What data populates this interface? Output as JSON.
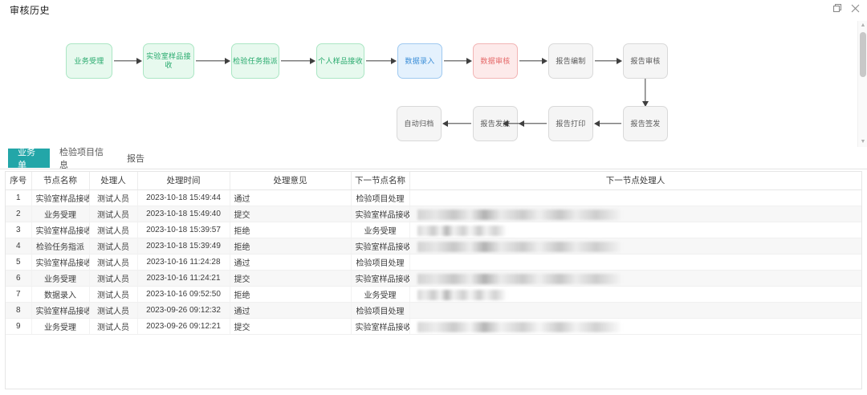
{
  "window": {
    "title": "审核历史",
    "buttons": [
      {
        "name": "restore-icon",
        "label": "还原"
      },
      {
        "name": "close-icon",
        "label": "关闭"
      }
    ]
  },
  "flow": {
    "nodes_row1": [
      {
        "label": "业务受理",
        "state": "green"
      },
      {
        "label": "实验室样品接收",
        "state": "green"
      },
      {
        "label": "检验任务指派",
        "state": "green"
      },
      {
        "label": "个人样品接收",
        "state": "green"
      },
      {
        "label": "数据录入",
        "state": "blue"
      },
      {
        "label": "数据审核",
        "state": "red"
      },
      {
        "label": "报告编制",
        "state": "gray"
      },
      {
        "label": "报告审核",
        "state": "gray"
      }
    ],
    "nodes_row2": [
      {
        "label": "自动归档",
        "state": "gray"
      },
      {
        "label": "报告发放",
        "state": "gray"
      },
      {
        "label": "报告打印",
        "state": "gray"
      },
      {
        "label": "报告签发",
        "state": "gray"
      }
    ],
    "colors": {
      "green_bg": "#e7f9ee",
      "green_border": "#abe6c4",
      "green_text": "#26a96c",
      "blue_bg": "#e4f1fd",
      "blue_border": "#9fc9f0",
      "blue_text": "#3d8fd8",
      "red_bg": "#fdeaea",
      "red_border": "#f2b4b4",
      "red_text": "#e56a6a",
      "gray_bg": "#f5f5f5",
      "gray_border": "#d9d9d9",
      "gray_text": "#595959",
      "arrow": "#3f3f3f"
    }
  },
  "tabs": {
    "active_index": 0,
    "accent": "#23a6a8",
    "items": [
      {
        "label": "业务单"
      },
      {
        "label": "检验项目信息"
      },
      {
        "label": "报告"
      }
    ]
  },
  "table": {
    "columns": [
      {
        "key": "idx",
        "label": "序号"
      },
      {
        "key": "node",
        "label": "节点名称"
      },
      {
        "key": "user",
        "label": "处理人"
      },
      {
        "key": "time",
        "label": "处理时间"
      },
      {
        "key": "opinion",
        "label": "处理意见"
      },
      {
        "key": "next",
        "label": "下一节点名称"
      },
      {
        "key": "nextuser",
        "label": "下一节点处理人"
      }
    ],
    "rows": [
      {
        "idx": "1",
        "node": "实验室样品接收",
        "user": "测试人员",
        "time": "2023-10-18 15:49:44",
        "opinion": "通过",
        "next": "检验项目处理",
        "nextuser_redacted": false,
        "nextuser_width": 0
      },
      {
        "idx": "2",
        "node": "业务受理",
        "user": "测试人员",
        "time": "2023-10-18 15:49:40",
        "opinion": "提交",
        "next": "实验室样品接收",
        "nextuser_redacted": true,
        "nextuser_width": 253
      },
      {
        "idx": "3",
        "node": "实验室样品接收",
        "user": "测试人员",
        "time": "2023-10-18 15:39:57",
        "opinion": "拒绝",
        "next": "业务受理",
        "nextuser_redacted": true,
        "nextuser_width": 110
      },
      {
        "idx": "4",
        "node": "检验任务指派",
        "user": "测试人员",
        "time": "2023-10-18 15:39:49",
        "opinion": "拒绝",
        "next": "实验室样品接收",
        "nextuser_redacted": true,
        "nextuser_width": 253
      },
      {
        "idx": "5",
        "node": "实验室样品接收",
        "user": "测试人员",
        "time": "2023-10-16 11:24:28",
        "opinion": "通过",
        "next": "检验项目处理",
        "nextuser_redacted": false,
        "nextuser_width": 0
      },
      {
        "idx": "6",
        "node": "业务受理",
        "user": "测试人员",
        "time": "2023-10-16 11:24:21",
        "opinion": "提交",
        "next": "实验室样品接收",
        "nextuser_redacted": true,
        "nextuser_width": 253
      },
      {
        "idx": "7",
        "node": "数据录入",
        "user": "测试人员",
        "time": "2023-10-16 09:52:50",
        "opinion": "拒绝",
        "next": "业务受理",
        "nextuser_redacted": true,
        "nextuser_width": 110
      },
      {
        "idx": "8",
        "node": "实验室样品接收",
        "user": "测试人员",
        "time": "2023-09-26 09:12:32",
        "opinion": "通过",
        "next": "检验项目处理",
        "nextuser_redacted": false,
        "nextuser_width": 0
      },
      {
        "idx": "9",
        "node": "业务受理",
        "user": "测试人员",
        "time": "2023-09-26 09:12:21",
        "opinion": "提交",
        "next": "实验室样品接收",
        "nextuser_redacted": true,
        "nextuser_width": 253
      }
    ]
  }
}
